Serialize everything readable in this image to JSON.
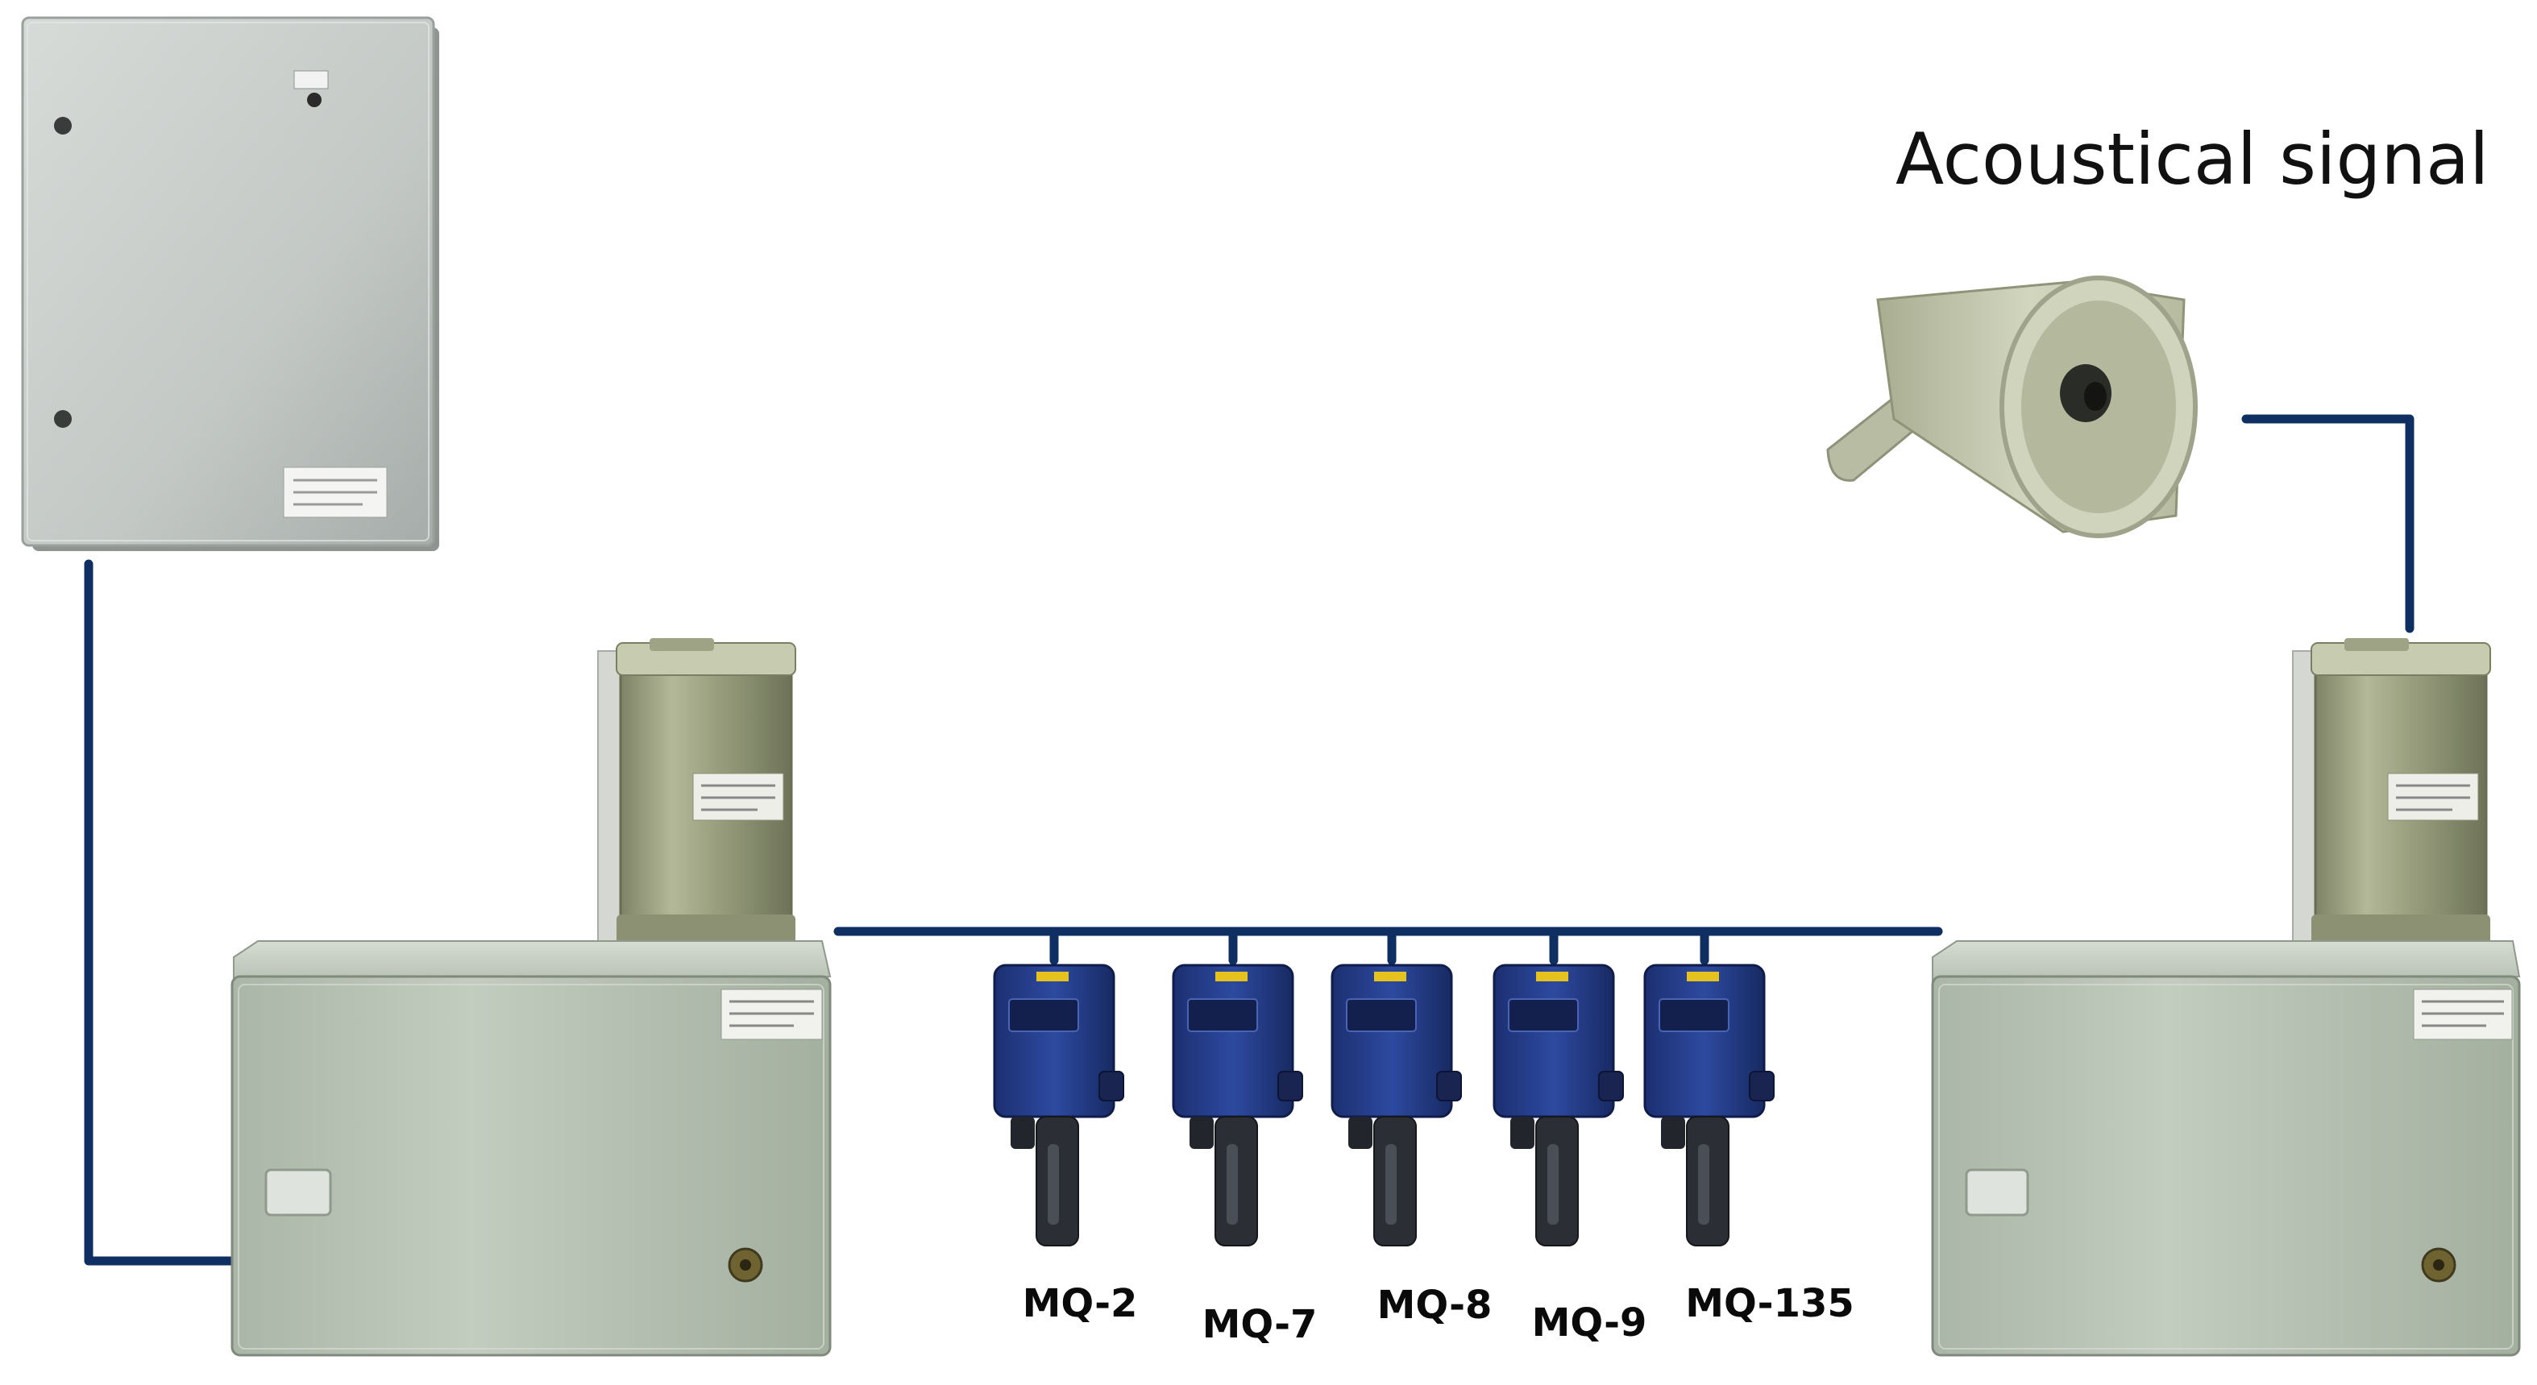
{
  "title": "Acoustical signal",
  "sensors": [
    {
      "label": "MQ-2"
    },
    {
      "label": "MQ-7"
    },
    {
      "label": "MQ-8"
    },
    {
      "label": "MQ-9"
    },
    {
      "label": "MQ-135"
    }
  ],
  "colors": {
    "wire": "#0f2f63",
    "cabinet": "#c6cbc6",
    "box": "#b7c2b4",
    "sensor": "#253c8c",
    "horn": "#c9cdb2"
  }
}
